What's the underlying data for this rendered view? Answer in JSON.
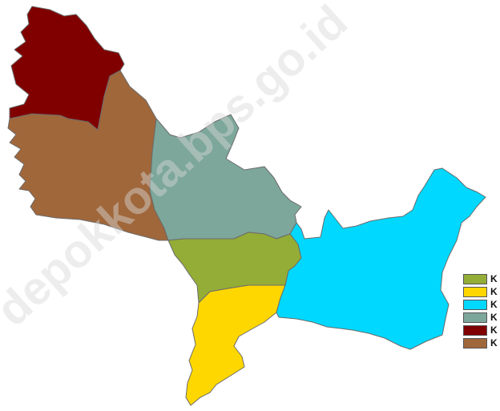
{
  "watermark": "depokkota.bps.go.id",
  "regions": [
    {
      "id": "northwest",
      "color": "#800000"
    },
    {
      "id": "west",
      "color": "#a0673b"
    },
    {
      "id": "north-center",
      "color": "#7da79b"
    },
    {
      "id": "center",
      "color": "#94ad36"
    },
    {
      "id": "south",
      "color": "#ffd700"
    },
    {
      "id": "east",
      "color": "#00d8ff"
    }
  ],
  "legend": [
    {
      "color": "#94ad36",
      "label": "K"
    },
    {
      "color": "#ffd700",
      "label": "K"
    },
    {
      "color": "#00d8ff",
      "label": "K"
    },
    {
      "color": "#7da79b",
      "label": "K"
    },
    {
      "color": "#800000",
      "label": "K"
    },
    {
      "color": "#a0673b",
      "label": "K"
    }
  ]
}
